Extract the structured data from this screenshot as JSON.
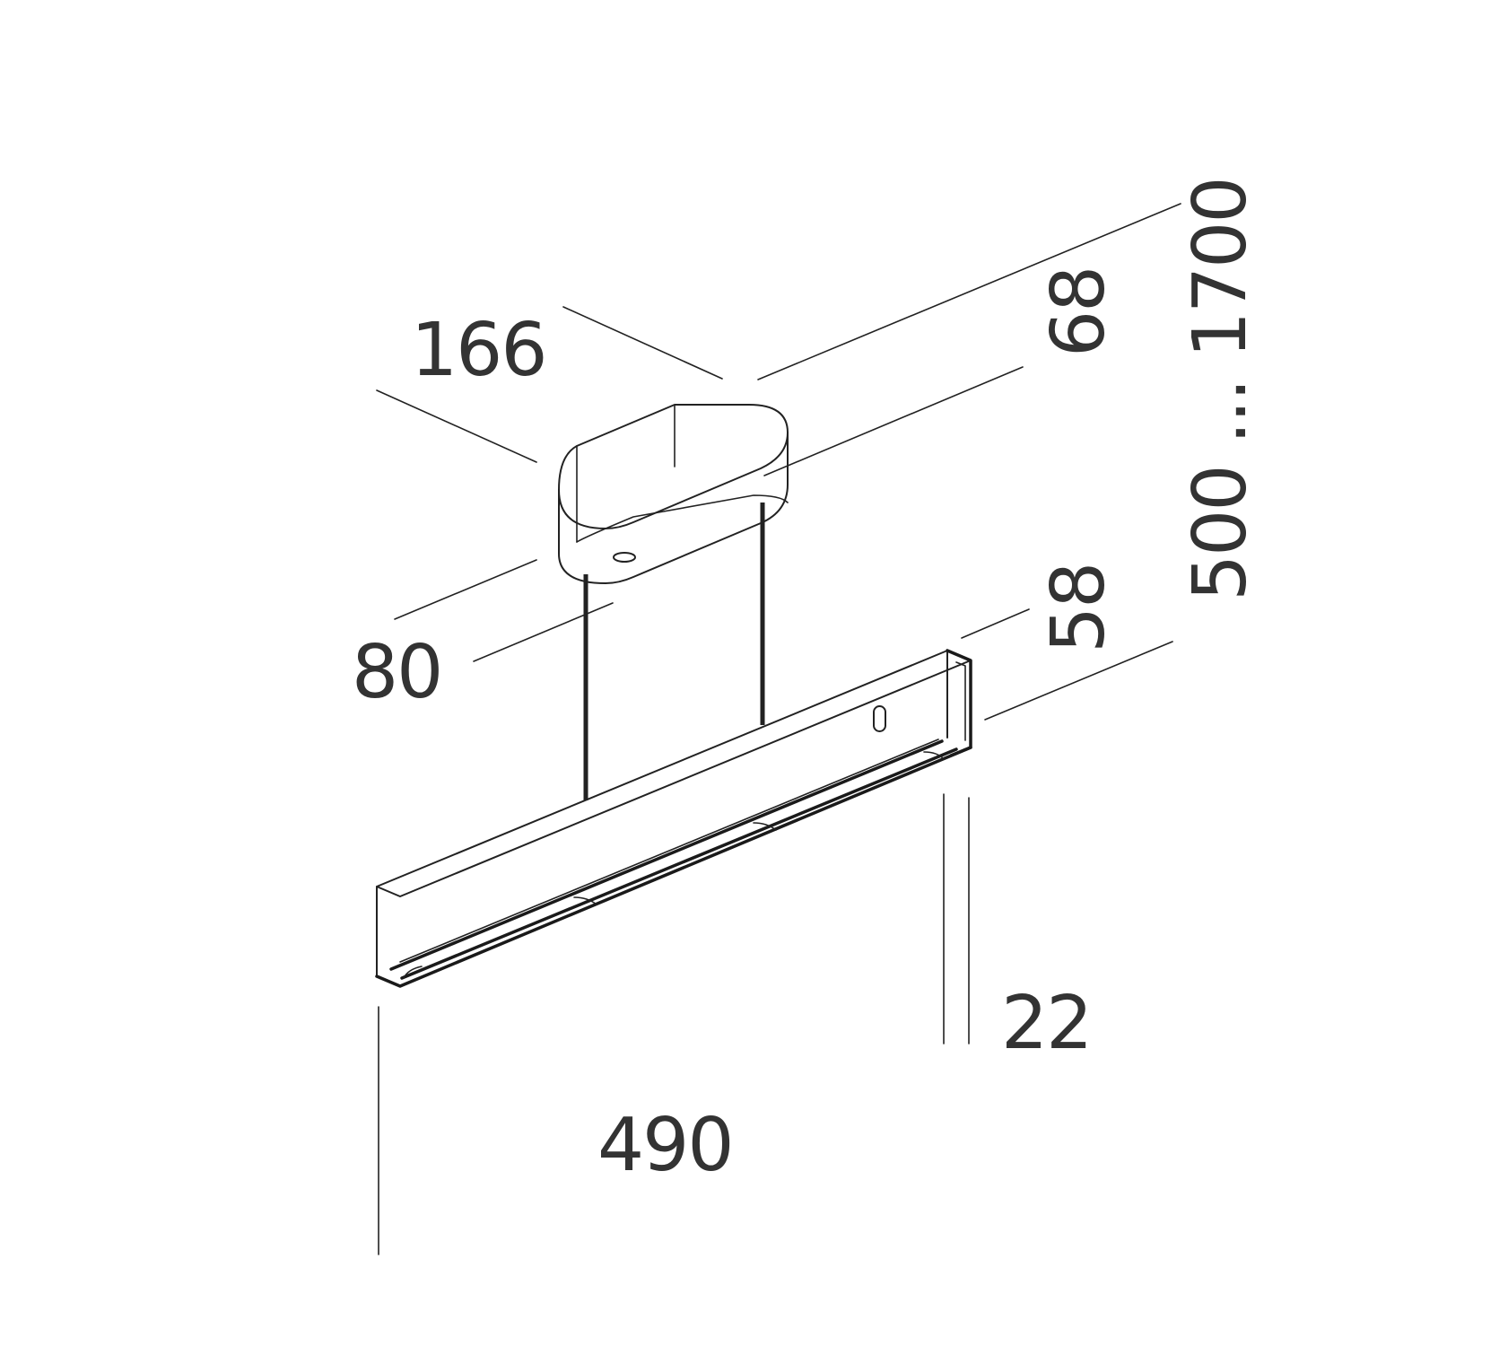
{
  "dimensions": {
    "canopy_length": "166",
    "canopy_height": "68",
    "canopy_width": "80",
    "suspension_length": "500 ... 1700",
    "bar_height": "58",
    "bar_width": "22",
    "bar_length": "490"
  },
  "colors": {
    "line": "#222222",
    "text": "#333333",
    "background": "#ffffff"
  }
}
